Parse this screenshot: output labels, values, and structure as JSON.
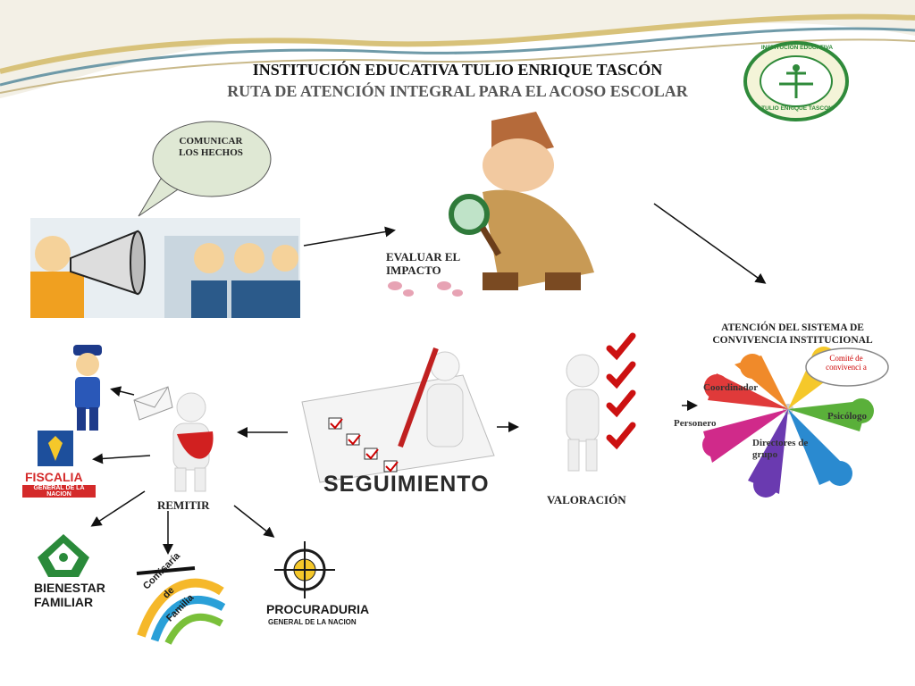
{
  "header": {
    "title": "INSTITUCIÓN EDUCATIVA TULIO ENRIQUE TASCÓN",
    "subtitle": "RUTA DE ATENCIÓN  INTEGRAL PARA EL ACOSO ESCOLAR",
    "logo_text_top": "INSTITUCION EDUCATIVA",
    "logo_text_bottom": "TULIO ENRIQUE TASCON"
  },
  "steps": {
    "comunicar": "COMUNICAR LOS HECHOS",
    "evaluar": "EVALUAR EL IMPACTO",
    "atencion": "ATENCIÓN DEL SISTEMA DE CONVIVENCIA INSTITUCIONAL",
    "valoracion": "VALORACIÓN",
    "seguimiento": "SEGUIMIENTO",
    "remitir": "REMITIR"
  },
  "roles": {
    "comite": "Comité de convivenci a",
    "coordinador": "Coordinador",
    "personero": "Personero",
    "psicologo": "Psicólogo",
    "directores": "Directores de grupo"
  },
  "entities": {
    "fiscalia": "FISCALIA",
    "fiscalia_sub": "GENERAL DE LA NACION",
    "bienestar_1": "BIENESTAR",
    "bienestar_2": "FAMILIAR",
    "comisaria_1": "Comisaría",
    "comisaria_2": "de",
    "comisaria_3": "Familia",
    "procuraduria": "PROCURADURIA",
    "procuraduria_sub": "GENERAL DE LA NACION"
  },
  "colors": {
    "wave_gold": "#d8c27a",
    "wave_teal": "#6f9aa8",
    "logo_green": "#2f8a3a",
    "bubble": "#dfe8d4",
    "check_red": "#cc1111",
    "fiscalia_blue": "#1d4f9c",
    "fiscalia_red": "#d42a2a",
    "bienestar_green": "#2a8a3a"
  }
}
